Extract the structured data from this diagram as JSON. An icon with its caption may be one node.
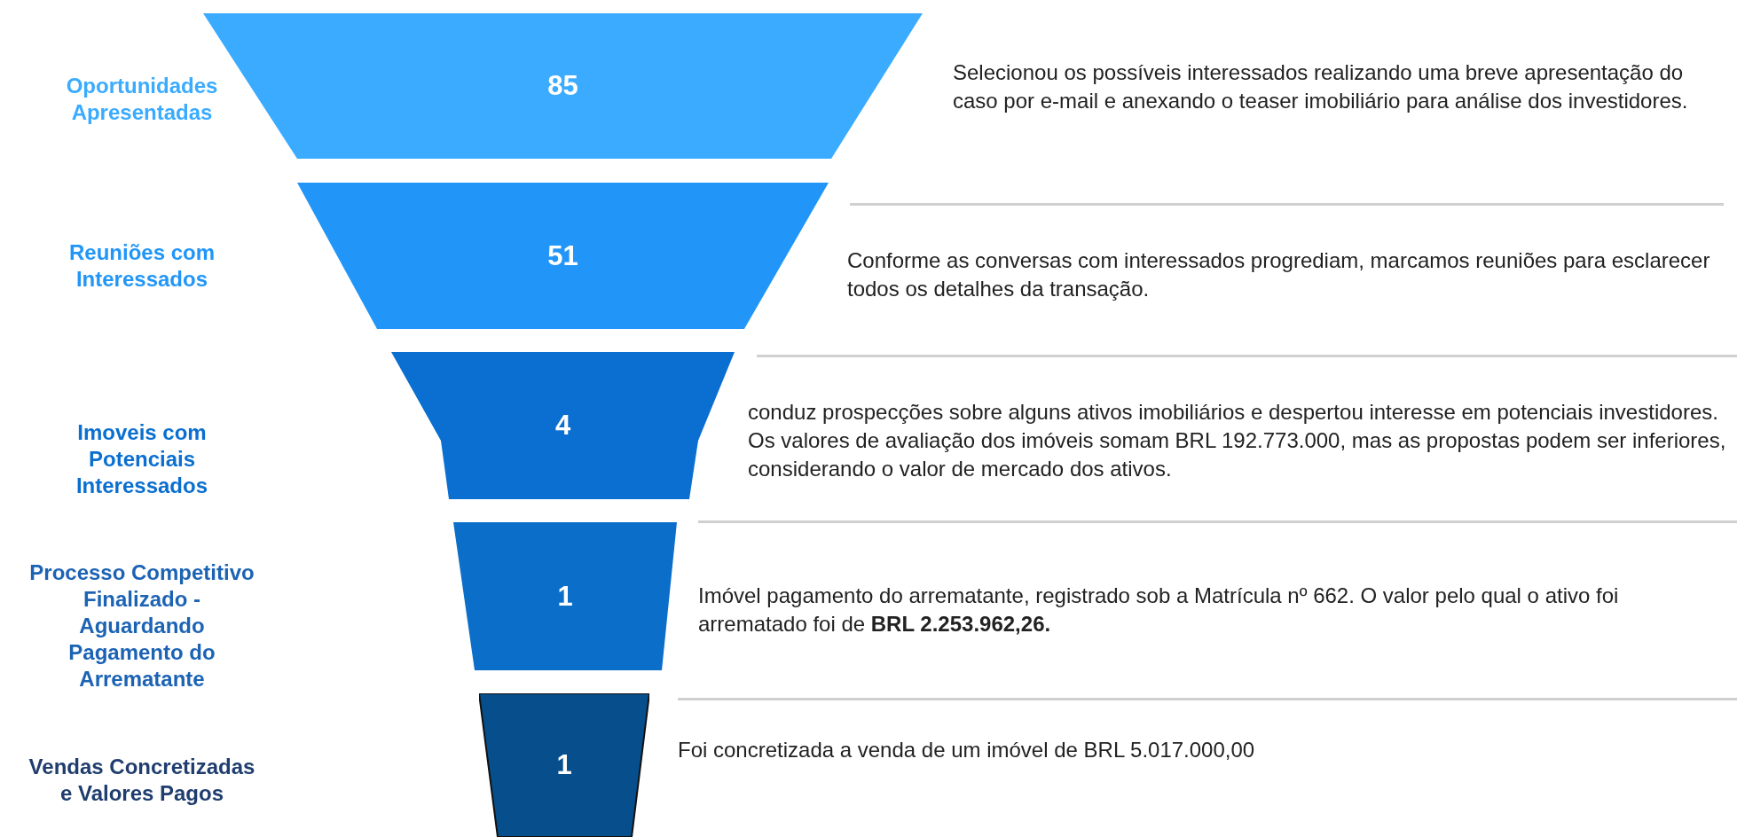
{
  "diagram": {
    "nodes": [
      {
        "text": [
          "85"
        ]
      },
      {
        "text": [
          "51"
        ]
      },
      {
        "text": [
          "4"
        ]
      },
      {
        "text": [
          "1"
        ]
      },
      {
        "text": [
          "1"
        ]
      }
    ],
    "edges": [],
    "labels": [
      "Oportunidades Apresentadas",
      "Selecionou os possíveis interessados realizando uma breve apresentação do caso por e-mail e anexando o teaser imobiliário para análise dos investidores.",
      "Reuniões com Interessados",
      "Conforme as conversas com interessados progrediam, marcamos reuniões para esclarecer todos os detalhes da transação.",
      "Imoveis com Potenciais Interessados",
      "conduz prospecções sobre alguns ativos imobiliários e despertou interesse em potenciais investidores. Os valores de avaliação dos imóveis somam BRL 192.773.000, mas as propostas podem ser inferiores, considerando o valor de mercado dos ativos.",
      "Processo Competitivo Finalizado - Aguardando Pagamento do Arrematante",
      "Imóvel pagamento do arrematante, registrado sob a Matrícula nº 662. O valor pelo qual o ativo foi arrematado foi de **BRL 2.253.962,26.**",
      "Vendas Concretizadas e Valores Pagos",
      "Foi concretizada a venda de um imóvel de BRL 5.017.000,00"
    ]
  }
}
